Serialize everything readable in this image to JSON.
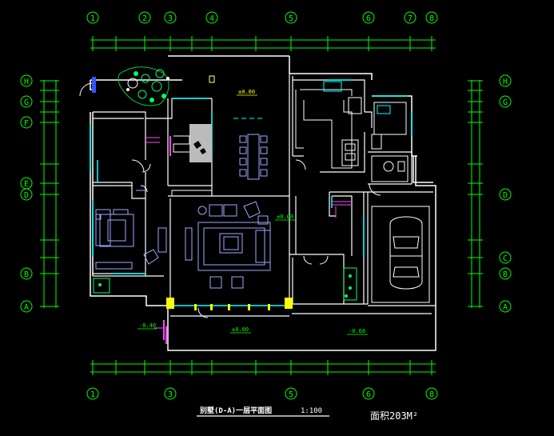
{
  "colors": {
    "background": "#000000",
    "wall": "#ffffff",
    "dimension": "#00ff00",
    "furniture": "#9fa8ff",
    "glass": "#00ffff",
    "door": "#ff44ff",
    "yellow": "#ffff00",
    "grey": "#bbbbbb"
  },
  "grid": {
    "top": [
      "1",
      "2",
      "3",
      "4",
      "5",
      "6",
      "7",
      "8"
    ],
    "bottom": [
      "1",
      "3",
      "5",
      "6",
      "8"
    ],
    "left": [
      "H",
      "G",
      "F",
      "E",
      "D",
      "B",
      "A"
    ],
    "right": [
      "H",
      "G",
      "D",
      "C",
      "B",
      "A"
    ]
  },
  "levels": {
    "hall": "±0.00",
    "living": "±0.00",
    "terrace": "±0.00",
    "left_step": "-0.40",
    "right_step": "-0.68"
  },
  "caption": {
    "title": "别墅(D-A)一层平面图",
    "scale": "1:100",
    "area": "面积203M²"
  }
}
